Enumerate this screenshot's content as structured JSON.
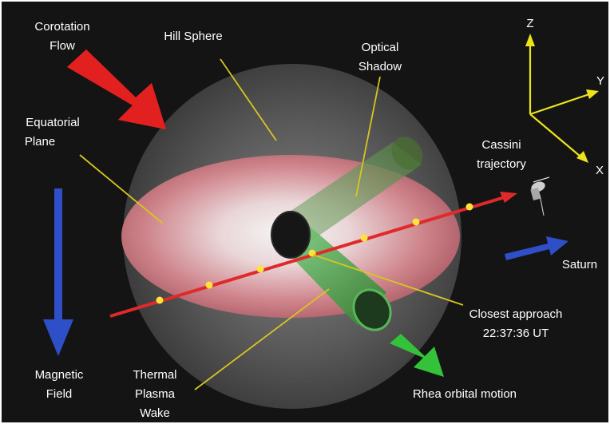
{
  "labels": {
    "corotation_flow": [
      "Corotation",
      "Flow"
    ],
    "hill_sphere": "Hill Sphere",
    "optical_shadow": [
      "Optical",
      "Shadow"
    ],
    "equatorial_plane": [
      "Equatorial",
      "Plane"
    ],
    "cassini_trajectory": [
      "Cassini",
      "trajectory"
    ],
    "saturn": "Saturn",
    "closest_approach": [
      "Closest approach",
      "22:37:36 UT"
    ],
    "magnetic_field": [
      "Magnetic",
      "Field"
    ],
    "thermal_plasma_wake": [
      "Thermal",
      "Plasma",
      "Wake"
    ],
    "rhea_orbital_motion": "Rhea orbital motion",
    "axis_z": "Z",
    "axis_y": "Y",
    "axis_x": "X"
  },
  "colors": {
    "background": "#141414",
    "corotation_arrow": "#e32020",
    "magnetic_arrow": "#2f4fc8",
    "saturn_arrow": "#2f4fc8",
    "orbital_arrow": "#33c23a",
    "axes": "#ece41a",
    "leader_lines": "#d9c520",
    "trajectory": "#e02a2a",
    "trajectory_markers": "#ffe23a",
    "wake": "#3faa3f",
    "plane": "#d67d84"
  }
}
